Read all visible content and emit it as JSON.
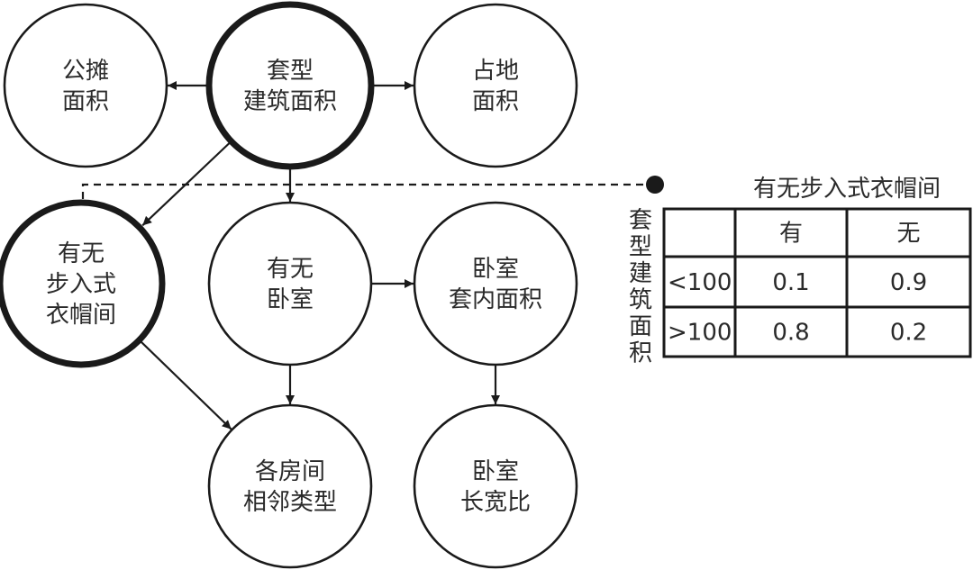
{
  "diagram": {
    "type": "bayesian-network",
    "colors": {
      "stroke": "#1a1a1a",
      "text": "#2a2a2a",
      "background": "#ffffff"
    },
    "nodes": [
      {
        "id": "public-area",
        "lines": [
          "公摊",
          "面积"
        ],
        "emphasized": false
      },
      {
        "id": "unit-building-area",
        "lines": [
          "套型",
          "建筑面积"
        ],
        "emphasized": true
      },
      {
        "id": "land-area",
        "lines": [
          "占地",
          "面积"
        ],
        "emphasized": false
      },
      {
        "id": "walk-in-closet",
        "lines": [
          "有无",
          "步入式",
          "衣帽间"
        ],
        "emphasized": true
      },
      {
        "id": "has-bedroom",
        "lines": [
          "有无",
          "卧室"
        ],
        "emphasized": false
      },
      {
        "id": "bedroom-interior-area",
        "lines": [
          "卧室",
          "套内面积"
        ],
        "emphasized": false
      },
      {
        "id": "room-adjacency-type",
        "lines": [
          "各房间",
          "相邻类型"
        ],
        "emphasized": false
      },
      {
        "id": "bedroom-aspect-ratio",
        "lines": [
          "卧室",
          "长宽比"
        ],
        "emphasized": false
      }
    ],
    "edges": [
      {
        "from": "unit-building-area",
        "to": "public-area"
      },
      {
        "from": "unit-building-area",
        "to": "land-area"
      },
      {
        "from": "unit-building-area",
        "to": "walk-in-closet"
      },
      {
        "from": "unit-building-area",
        "to": "has-bedroom"
      },
      {
        "from": "has-bedroom",
        "to": "bedroom-interior-area"
      },
      {
        "from": "has-bedroom",
        "to": "room-adjacency-type"
      },
      {
        "from": "walk-in-closet",
        "to": "room-adjacency-type"
      },
      {
        "from": "bedroom-interior-area",
        "to": "bedroom-aspect-ratio"
      }
    ],
    "callout": {
      "from": "walk-in-closet",
      "style": "dashed",
      "to": "probability-table"
    }
  },
  "probability_table": {
    "column_title": "有无步入式衣帽间",
    "row_title": "套型建筑面积",
    "headers": [
      "",
      "有",
      "无"
    ],
    "rows": [
      {
        "label": "<100",
        "values": [
          "0.1",
          "0.9"
        ]
      },
      {
        "label": ">100",
        "values": [
          "0.8",
          "0.2"
        ]
      }
    ]
  }
}
